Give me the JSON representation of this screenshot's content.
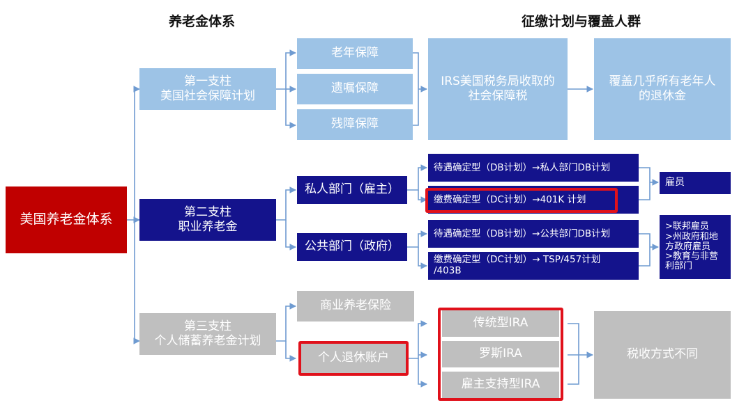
{
  "headings": {
    "left": "养老金体系",
    "right": "征缴计划与覆盖人群"
  },
  "root": "美国养老金体系",
  "pillar1": {
    "title": "第一支柱\n美国社会保障计划",
    "items": [
      "老年保障",
      "遗嘱保障",
      "残障保障"
    ],
    "tax": "IRS美国税务局收取的\n社会保障税",
    "coverage": "覆盖几乎所有老年人\n的退休金"
  },
  "pillar2": {
    "title": "第二支柱\n职业养老金",
    "private": {
      "label": "私人部门（雇主）",
      "db": "待遇确定型（DB计划）→私人部门DB计划",
      "dc": "缴费确定型（DC计划）→401K 计划",
      "coverage": "雇员"
    },
    "public": {
      "label": "公共部门（政府）",
      "db": "待遇确定型（DB计划）→公共部门DB计划",
      "dc": "缴费确定型（DC计划）→ TSP/457计划\n/403B",
      "coverage": ">联邦雇员\n>州政府和地\n方政府雇员\n>教育与非营\n利部门"
    }
  },
  "pillar3": {
    "title": "第三支柱\n个人储蓄养老金计划",
    "commercial": "商业养老保险",
    "ira_account": "个人退休账户",
    "ira_types": [
      "传统型IRA",
      "罗斯IRA",
      "雇主支持型IRA"
    ],
    "tax_note": "税收方式不同"
  },
  "colors": {
    "root": "#c00000",
    "pillar1": "#9dc3e6",
    "pillar2": "#14138c",
    "pillar3": "#bfbfbf",
    "highlight": "#e0111b",
    "connector": "#6f9bd1"
  }
}
